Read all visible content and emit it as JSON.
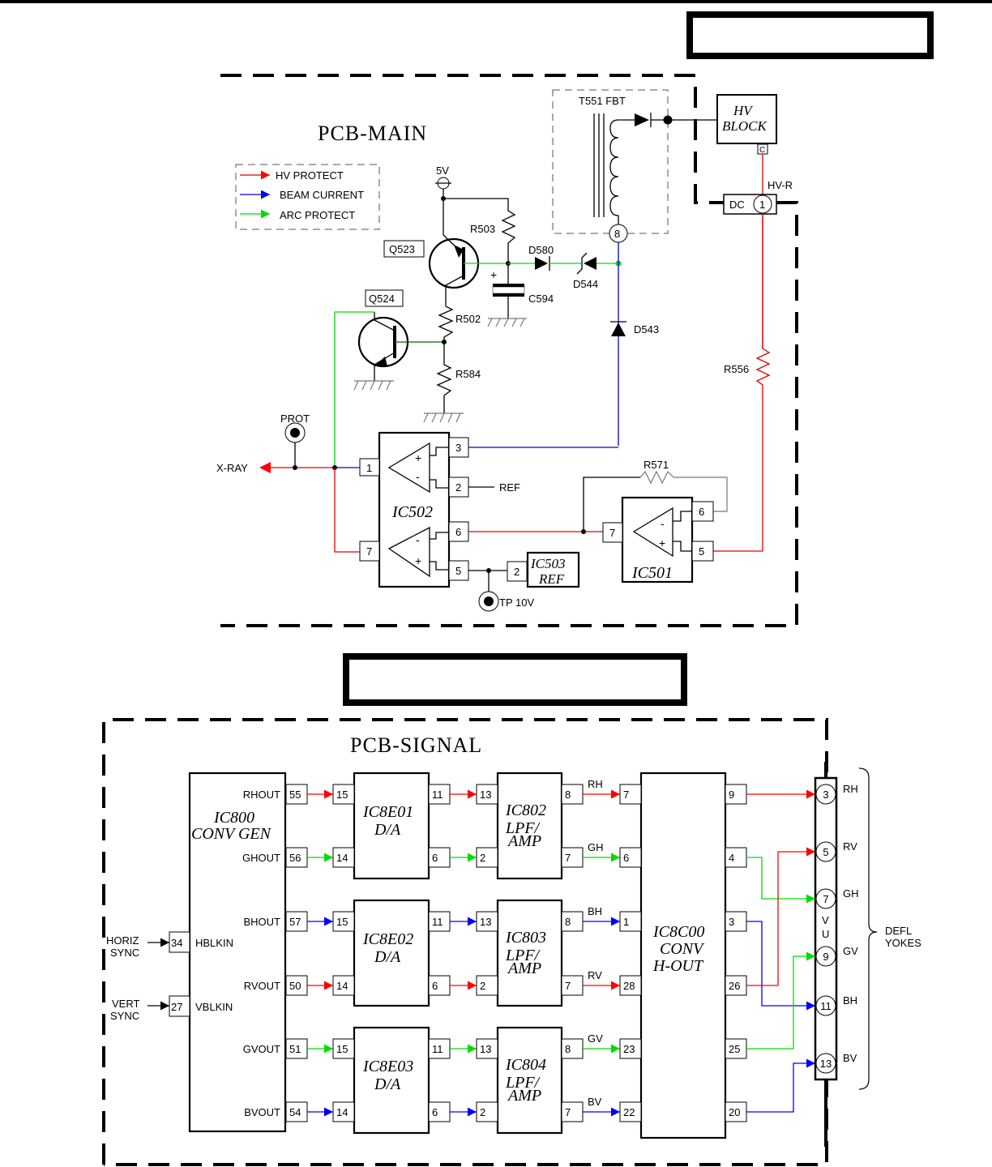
{
  "main_board": {
    "title": "PCB-MAIN",
    "legend": [
      {
        "label": "HV PROTECT",
        "color": "#ff0000"
      },
      {
        "label": "BEAM CURRENT",
        "color": "#0000ff"
      },
      {
        "label": "ARC PROTECT",
        "color": "#00dd00"
      }
    ],
    "components": {
      "supply": "5V",
      "q523": "Q523",
      "q524": "Q524",
      "r503": "R503",
      "r502": "R502",
      "r584": "R584",
      "d580": "D580",
      "d544": "D544",
      "d543": "D543",
      "c594": "C594",
      "c594_plus": "+",
      "transformer": "T551  FBT",
      "t551_pin": "8",
      "hv_block_line1": "HV",
      "hv_block_line2": "BLOCK",
      "hv_block_pin": "C",
      "hv_r": "HV-R",
      "dc_label": "DC",
      "dc_pin": "1",
      "r556": "R556",
      "r571": "R571",
      "prot": "PROT",
      "xray": "X-RAY",
      "ref_label": "REF",
      "tp": "TP  10V",
      "ic502": "IC502",
      "ic502_pins": [
        "1",
        "3",
        "2",
        "6",
        "7",
        "5"
      ],
      "ic503_line1": "IC503",
      "ic503_line2": "REF",
      "ic503_pin": "2",
      "ic501": "IC501",
      "ic501_pins": [
        "7",
        "6",
        "5"
      ],
      "plus": "+",
      "minus": "-"
    }
  },
  "signal_board": {
    "title": "PCB-SIGNAL",
    "ic800": {
      "line1": "IC800",
      "line2": "CONV  GEN",
      "outputs": [
        {
          "name": "RHOUT",
          "pin": "55",
          "color": "#ff0000"
        },
        {
          "name": "GHOUT",
          "pin": "56",
          "color": "#00dd00"
        },
        {
          "name": "BHOUT",
          "pin": "57",
          "color": "#0000ff"
        },
        {
          "name": "RVOUT",
          "pin": "50",
          "color": "#ff0000"
        },
        {
          "name": "GVOUT",
          "pin": "51",
          "color": "#00dd00"
        },
        {
          "name": "BVOUT",
          "pin": "54",
          "color": "#0000ff"
        }
      ],
      "inputs": [
        {
          "name": "HBLKIN",
          "pin": "34",
          "source_line1": "HORIZ",
          "source_line2": "SYNC"
        },
        {
          "name": "VBLKIN",
          "pin": "27",
          "source_line1": "VERT",
          "source_line2": "SYNC"
        }
      ]
    },
    "dacs": [
      {
        "line1": "IC8E01",
        "line2": "D/A",
        "in_pins": [
          "15",
          "14"
        ],
        "out_pins": [
          "11",
          "6"
        ]
      },
      {
        "line1": "IC8E02",
        "line2": "D/A",
        "in_pins": [
          "15",
          "14"
        ],
        "out_pins": [
          "11",
          "6"
        ]
      },
      {
        "line1": "IC8E03",
        "line2": "D/A",
        "in_pins": [
          "15",
          "14"
        ],
        "out_pins": [
          "11",
          "6"
        ]
      }
    ],
    "amps": [
      {
        "line1": "IC802",
        "line2": "LPF/",
        "line3": "AMP",
        "in_pins": [
          "13",
          "2"
        ],
        "out_pins": [
          "8",
          "7"
        ],
        "signals": [
          "RH",
          "GH"
        ]
      },
      {
        "line1": "IC803",
        "line2": "LPF/",
        "line3": "AMP",
        "in_pins": [
          "13",
          "2"
        ],
        "out_pins": [
          "8",
          "7"
        ],
        "signals": [
          "BH",
          "RV"
        ]
      },
      {
        "line1": "IC804",
        "line2": "LPF/",
        "line3": "AMP",
        "in_pins": [
          "13",
          "2"
        ],
        "out_pins": [
          "8",
          "7"
        ],
        "signals": [
          "GV",
          "BV"
        ]
      }
    ],
    "ic8c00": {
      "line1": "IC8C00",
      "line2": "CONV",
      "line3": "H-OUT",
      "in_pins": [
        "7",
        "6",
        "1",
        "28",
        "23",
        "22"
      ],
      "out_pins": [
        "9",
        "4",
        "3",
        "26",
        "25",
        "20"
      ]
    },
    "vu_connector": {
      "label_v": "V",
      "label_u": "U",
      "pins": [
        {
          "pin": "3",
          "signal": "RH"
        },
        {
          "pin": "5",
          "signal": "RV"
        },
        {
          "pin": "7",
          "signal": "GH"
        },
        {
          "pin": "9",
          "signal": "GV"
        },
        {
          "pin": "11",
          "signal": "BH"
        },
        {
          "pin": "13",
          "signal": "BV"
        }
      ]
    },
    "defl_line1": "DEFL",
    "defl_line2": "YOKES"
  }
}
